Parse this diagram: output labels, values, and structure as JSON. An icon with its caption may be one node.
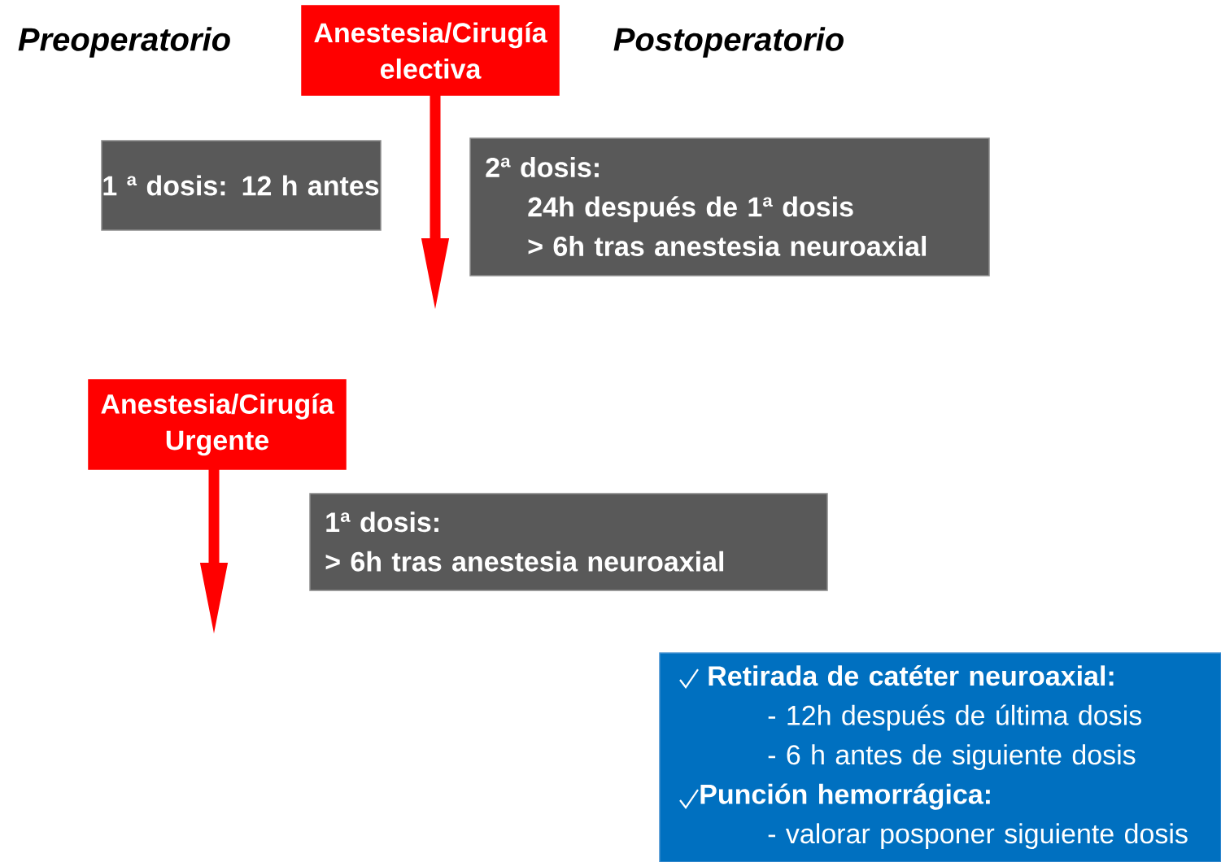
{
  "diagram": {
    "nodes": [
      {
        "text": [
          "Anestesia/Cirugía electiva"
        ]
      },
      {
        "text": [
          "1 ª dosis: 12 h antes"
        ]
      },
      {
        "text": [
          "2ª dosis:",
          "24h después de 1ª dosis",
          "> 6h tras anestesia neuroaxial"
        ]
      },
      {
        "text": [
          "Anestesia/Cirugía Urgente"
        ]
      },
      {
        "text": [
          "1ª dosis:",
          "> 6h tras anestesia neuroaxial"
        ]
      },
      {
        "text": [
          "Retirada de catéter neuroaxial:",
          "- 12h después de última dosis",
          "- 6 h antes de siguiente dosis",
          "Punción hemorrágica:",
          "- valorar posponer siguiente dosis"
        ]
      }
    ],
    "edges": [
      {
        "from": 0,
        "to": null,
        "arrow": "to"
      },
      {
        "from": 3,
        "to": null,
        "arrow": "to"
      }
    ],
    "labels": [
      "Preoperatorio",
      "Postoperatorio"
    ]
  }
}
